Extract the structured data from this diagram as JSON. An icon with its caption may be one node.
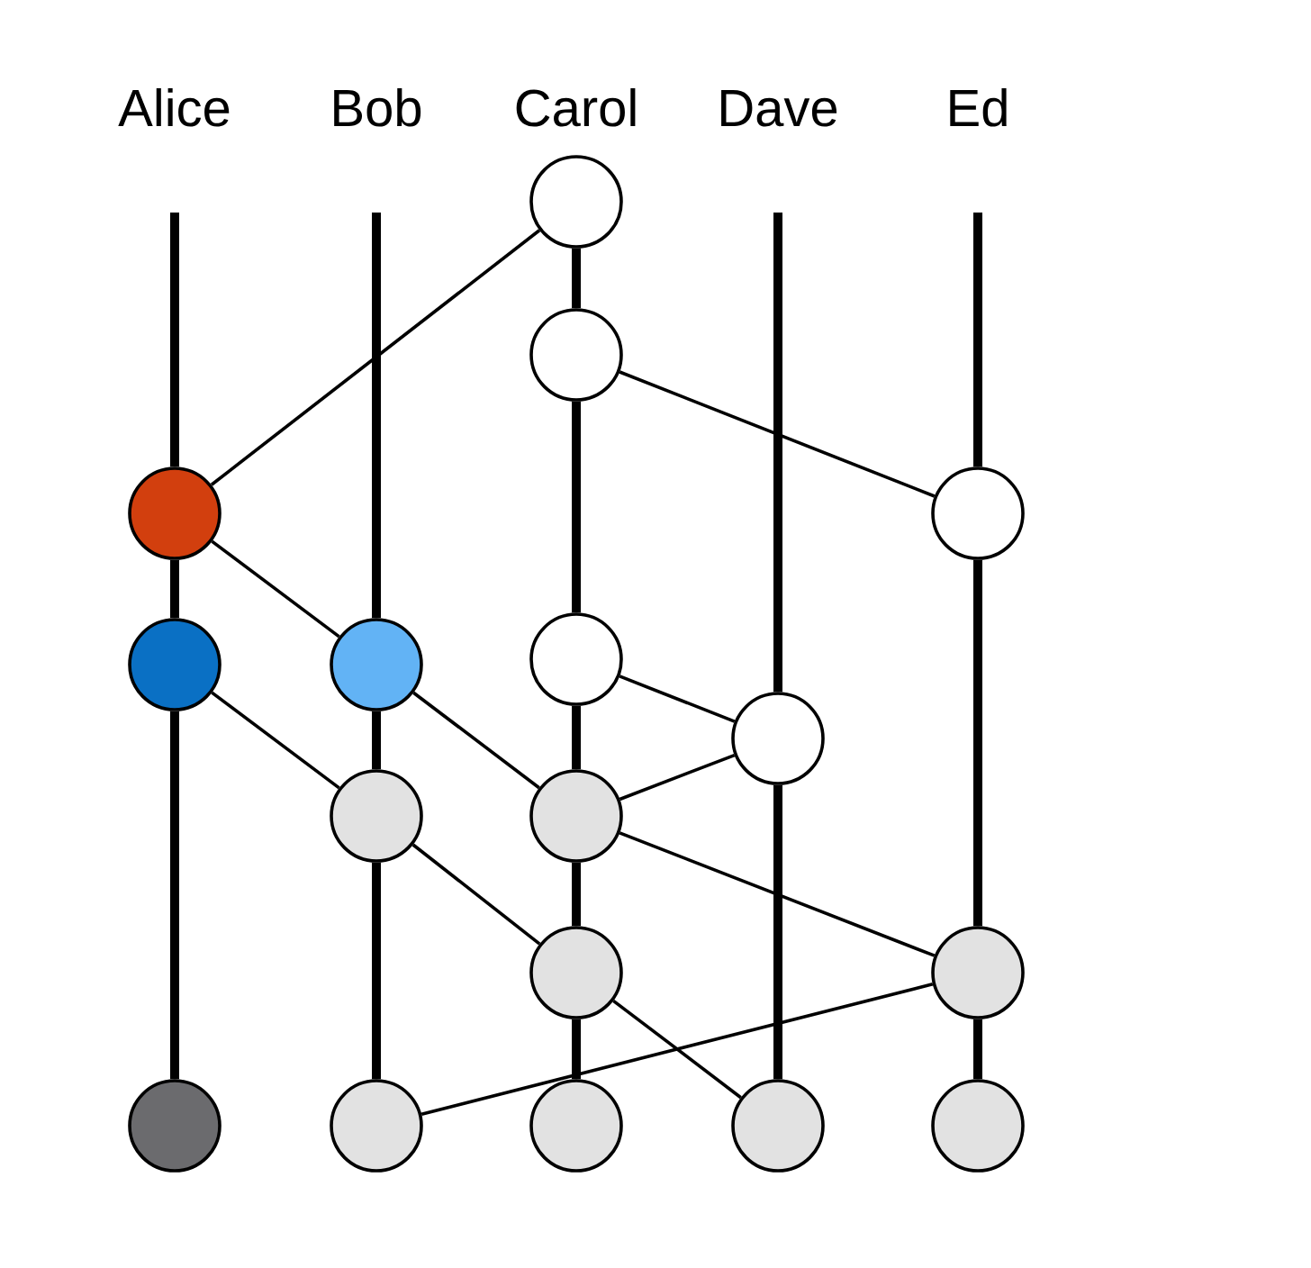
{
  "diagram": {
    "nodes": [
      {
        "text": [],
        "shape": "circle"
      },
      {
        "text": [],
        "shape": "circle"
      },
      {
        "text": [],
        "shape": "circle"
      },
      {
        "text": [],
        "shape": "circle"
      },
      {
        "text": [],
        "shape": "circle"
      },
      {
        "text": [],
        "shape": "circle"
      },
      {
        "text": [],
        "shape": "circle"
      },
      {
        "text": [],
        "shape": "circle"
      },
      {
        "text": [],
        "shape": "circle"
      },
      {
        "text": [],
        "shape": "circle"
      },
      {
        "text": [],
        "shape": "circle"
      },
      {
        "text": [],
        "shape": "circle"
      },
      {
        "text": [],
        "shape": "circle"
      },
      {
        "text": [],
        "shape": "circle"
      },
      {
        "text": [],
        "shape": "circle"
      },
      {
        "text": [],
        "shape": "circle"
      },
      {
        "text": [],
        "shape": "circle"
      }
    ],
    "edges": [
      {
        "from": null,
        "to": 2,
        "arrow": "none"
      },
      {
        "from": 2,
        "to": 4,
        "arrow": "none"
      },
      {
        "from": 4,
        "to": 12,
        "arrow": "none"
      },
      {
        "from": null,
        "to": 5,
        "arrow": "none"
      },
      {
        "from": 5,
        "to": 8,
        "arrow": "none"
      },
      {
        "from": 8,
        "to": 13,
        "arrow": "none"
      },
      {
        "from": 0,
        "to": 1,
        "arrow": "none"
      },
      {
        "from": 1,
        "to": 6,
        "arrow": "none"
      },
      {
        "from": 6,
        "to": 9,
        "arrow": "none"
      },
      {
        "from": 9,
        "to": 10,
        "arrow": "none"
      },
      {
        "from": 10,
        "to": 14,
        "arrow": "none"
      },
      {
        "from": null,
        "to": 7,
        "arrow": "none"
      },
      {
        "from": 7,
        "to": 15,
        "arrow": "none"
      },
      {
        "from": null,
        "to": 3,
        "arrow": "none"
      },
      {
        "from": 3,
        "to": 11,
        "arrow": "none"
      },
      {
        "from": 11,
        "to": 16,
        "arrow": "none"
      },
      {
        "from": 0,
        "to": 2,
        "arrow": "none"
      },
      {
        "from": 1,
        "to": 3,
        "arrow": "none"
      },
      {
        "from": 2,
        "to": 5,
        "arrow": "none"
      },
      {
        "from": 4,
        "to": 8,
        "arrow": "none"
      },
      {
        "from": 5,
        "to": 9,
        "arrow": "none"
      },
      {
        "from": 6,
        "to": 7,
        "arrow": "none"
      },
      {
        "from": 7,
        "to": 9,
        "arrow": "none"
      },
      {
        "from": 8,
        "to": 10,
        "arrow": "none"
      },
      {
        "from": 9,
        "to": 11,
        "arrow": "none"
      },
      {
        "from": 10,
        "to": 15,
        "arrow": "none"
      },
      {
        "from": 11,
        "to": 13,
        "arrow": "none"
      }
    ],
    "labels": [
      "Alice",
      "Bob",
      "Carol",
      "Dave",
      "Ed"
    ]
  }
}
